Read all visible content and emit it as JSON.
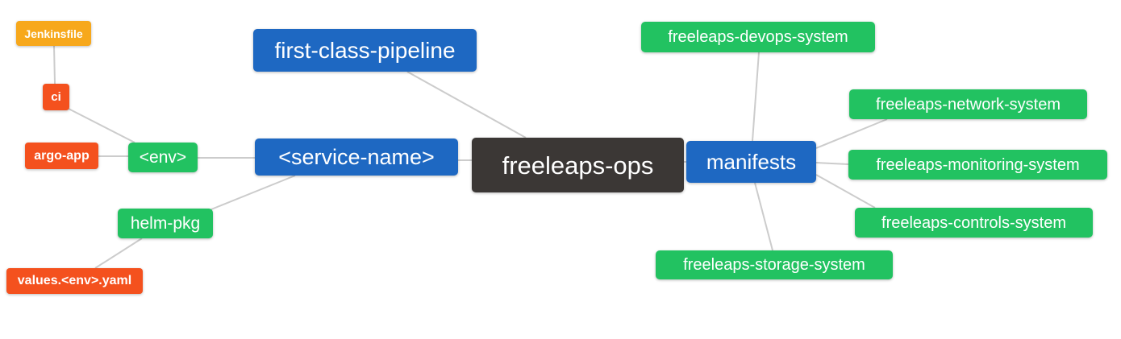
{
  "diagram": {
    "type": "mindmap",
    "background": "#ffffff",
    "edge_color": "#cccccc",
    "root": "freeleaps-ops",
    "colors": {
      "orange": "#F7A81C",
      "red": "#F4511E",
      "green": "#22C261",
      "blue": "#1E68C2",
      "dark": "#3B3735"
    },
    "nodes": [
      {
        "id": "freeleaps-ops",
        "label": "freeleaps-ops",
        "color": "#3B3735"
      },
      {
        "id": "first-class-pipeline",
        "label": "first-class-pipeline",
        "color": "#1E68C2"
      },
      {
        "id": "service-name",
        "label": "<service-name>",
        "color": "#1E68C2"
      },
      {
        "id": "manifests",
        "label": "manifests",
        "color": "#1E68C2"
      },
      {
        "id": "env",
        "label": "<env>",
        "color": "#22C261"
      },
      {
        "id": "helm-pkg",
        "label": "helm-pkg",
        "color": "#22C261"
      },
      {
        "id": "ci",
        "label": "ci",
        "color": "#F4511E"
      },
      {
        "id": "argo-app",
        "label": "argo-app",
        "color": "#F4511E"
      },
      {
        "id": "values-env-yaml",
        "label": "values.<env>.yaml",
        "color": "#F4511E"
      },
      {
        "id": "jenkinsfile",
        "label": "Jenkinsfile",
        "color": "#F7A81C"
      },
      {
        "id": "freeleaps-devops-system",
        "label": "freeleaps-devops-system",
        "color": "#22C261"
      },
      {
        "id": "freeleaps-network-system",
        "label": "freeleaps-network-system",
        "color": "#22C261"
      },
      {
        "id": "freeleaps-monitoring-system",
        "label": "freeleaps-monitoring-system",
        "color": "#22C261"
      },
      {
        "id": "freeleaps-controls-system",
        "label": "freeleaps-controls-system",
        "color": "#22C261"
      },
      {
        "id": "freeleaps-storage-system",
        "label": "freeleaps-storage-system",
        "color": "#22C261"
      }
    ],
    "edges": [
      [
        "freeleaps-ops",
        "first-class-pipeline"
      ],
      [
        "freeleaps-ops",
        "service-name"
      ],
      [
        "freeleaps-ops",
        "manifests"
      ],
      [
        "service-name",
        "env"
      ],
      [
        "service-name",
        "helm-pkg"
      ],
      [
        "env",
        "ci"
      ],
      [
        "env",
        "argo-app"
      ],
      [
        "ci",
        "jenkinsfile"
      ],
      [
        "helm-pkg",
        "values-env-yaml"
      ],
      [
        "manifests",
        "freeleaps-devops-system"
      ],
      [
        "manifests",
        "freeleaps-network-system"
      ],
      [
        "manifests",
        "freeleaps-monitoring-system"
      ],
      [
        "manifests",
        "freeleaps-controls-system"
      ],
      [
        "manifests",
        "freeleaps-storage-system"
      ]
    ]
  }
}
